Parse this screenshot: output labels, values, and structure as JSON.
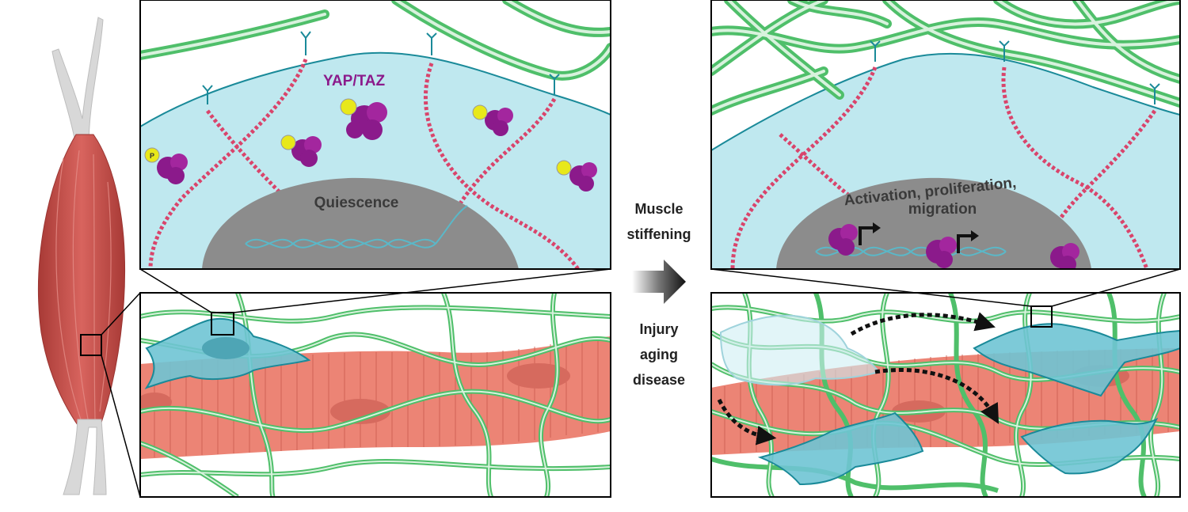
{
  "labels": {
    "yap_taz": "YAP/TAZ",
    "quiescence": "Quiescence",
    "activation_line1": "Activation, proliferation,",
    "activation_line2": "migration",
    "stiffening_line1": "Muscle",
    "stiffening_line2": "stiffening",
    "cause_line1": "Injury",
    "cause_line2": "aging",
    "cause_line3": "disease",
    "phospho_marker": "P"
  },
  "colors": {
    "muscle_red": "#c9544f",
    "fiber_salmon": "#ec8475",
    "collagen_green": "#4fbf6a",
    "cell_cyan": "#a9e0ea",
    "cell_outline": "#1a8a99",
    "nucleus_gray": "#8c8c8c",
    "yap_purple": "#8b1a8b",
    "phospho_yellow": "#e8e81a",
    "cytoskeleton_pink": "#d9446b",
    "arrow_black": "#111111",
    "label_purple": "#8b1a8b"
  },
  "icons": {
    "stiffening_arrow": "arrow-right-icon",
    "transcription_arrow": "bent-arrow-icon",
    "migration_arrow": "dotted-arrow-icon"
  }
}
